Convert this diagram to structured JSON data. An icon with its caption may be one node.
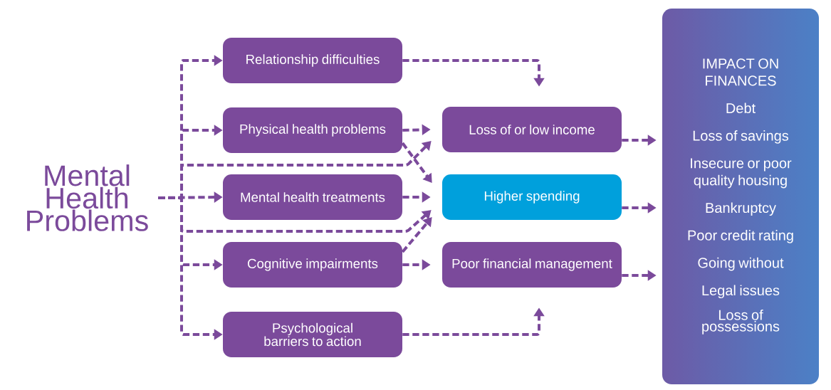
{
  "diagram": {
    "nodes": [
      {
        "text": [
          "Mental Health Problems"
        ]
      },
      {
        "text": [
          "Relationship difficulties"
        ]
      },
      {
        "text": [
          "Physical health problems"
        ]
      },
      {
        "text": [
          "Mental health treatments"
        ]
      },
      {
        "text": [
          "Cognitive impairments"
        ]
      },
      {
        "text": [
          "Psychological barriers to action"
        ]
      },
      {
        "text": [
          "Loss of or low income"
        ]
      },
      {
        "text": [
          "Higher spending"
        ]
      },
      {
        "text": [
          "Poor financial management"
        ]
      },
      {
        "text": [
          "IMPACT ON FINANCES",
          "Debt",
          "Loss of savings",
          "Insecure or poor quality housing",
          "Bankruptcy",
          "Poor credit rating",
          "Going without",
          "Legal issues",
          "Loss of possessions"
        ]
      }
    ],
    "edges": [
      {
        "from": 0,
        "to": 1,
        "arrow": "to",
        "style": "dashed"
      },
      {
        "from": 0,
        "to": 2,
        "arrow": "to",
        "style": "dashed"
      },
      {
        "from": 0,
        "to": 3,
        "arrow": "to",
        "style": "dashed"
      },
      {
        "from": 0,
        "to": 4,
        "arrow": "to",
        "style": "dashed"
      },
      {
        "from": 0,
        "to": 5,
        "arrow": "to",
        "style": "dashed"
      },
      {
        "from": 0,
        "to": 6,
        "arrow": "to",
        "style": "dashed"
      },
      {
        "from": 0,
        "to": 7,
        "arrow": "to",
        "style": "dashed"
      },
      {
        "from": 1,
        "to": 6,
        "arrow": "to",
        "style": "dashed"
      },
      {
        "from": 2,
        "to": 6,
        "arrow": "to",
        "style": "dashed"
      },
      {
        "from": 2,
        "to": 7,
        "arrow": "to",
        "style": "dashed"
      },
      {
        "from": 3,
        "to": 7,
        "arrow": "to",
        "style": "dashed"
      },
      {
        "from": 4,
        "to": 7,
        "arrow": "to",
        "style": "dashed"
      },
      {
        "from": 4,
        "to": 8,
        "arrow": "to",
        "style": "dashed"
      },
      {
        "from": 5,
        "to": 8,
        "arrow": "to",
        "style": "dashed"
      },
      {
        "from": 6,
        "to": 9,
        "arrow": "to",
        "style": "dashed"
      },
      {
        "from": 7,
        "to": 9,
        "arrow": "to",
        "style": "dashed"
      },
      {
        "from": 8,
        "to": 9,
        "arrow": "to",
        "style": "dashed"
      }
    ]
  }
}
